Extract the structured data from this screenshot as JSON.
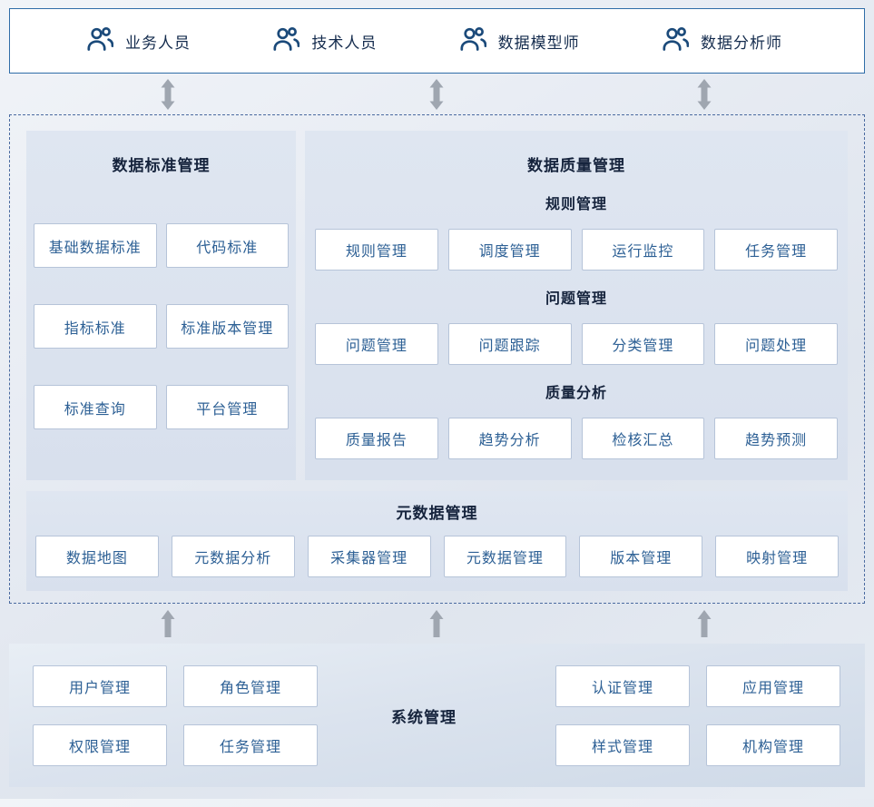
{
  "roles": [
    {
      "label": "业务人员"
    },
    {
      "label": "技术人员"
    },
    {
      "label": "数据模型师"
    },
    {
      "label": "数据分析师"
    }
  ],
  "standard": {
    "title": "数据标准管理",
    "items": [
      "基础数据标准",
      "代码标准",
      "指标标准",
      "标准版本管理",
      "标准查询",
      "平台管理"
    ]
  },
  "quality": {
    "title": "数据质量管理",
    "groups": [
      {
        "title": "规则管理",
        "items": [
          "规则管理",
          "调度管理",
          "运行监控",
          "任务管理"
        ]
      },
      {
        "title": "问题管理",
        "items": [
          "问题管理",
          "问题跟踪",
          "分类管理",
          "问题处理"
        ]
      },
      {
        "title": "质量分析",
        "items": [
          "质量报告",
          "趋势分析",
          "检核汇总",
          "趋势预测"
        ]
      }
    ]
  },
  "metadata": {
    "title": "元数据管理",
    "items": [
      "数据地图",
      "元数据分析",
      "采集器管理",
      "元数据管理",
      "版本管理",
      "映射管理"
    ]
  },
  "system": {
    "title": "系统管理",
    "left_items": [
      "用户管理",
      "角色管理",
      "权限管理",
      "任务管理"
    ],
    "right_items": [
      "认证管理",
      "应用管理",
      "样式管理",
      "机构管理"
    ]
  },
  "icons": {
    "role_icon": "users-icon",
    "top_arrows": "bidirectional-arrow-icon",
    "bottom_arrows": "up-arrow-icon"
  },
  "colors": {
    "accent_border": "#2f6da8",
    "box_text": "#2d6095",
    "box_border": "#b6c4d9",
    "panel_bg": "#dbe3ef",
    "dashed_border": "#4a6aa0",
    "arrow_gray": "#9fa6b0",
    "icon_blue": "#1b4a7a",
    "title_dark": "#15233c"
  }
}
